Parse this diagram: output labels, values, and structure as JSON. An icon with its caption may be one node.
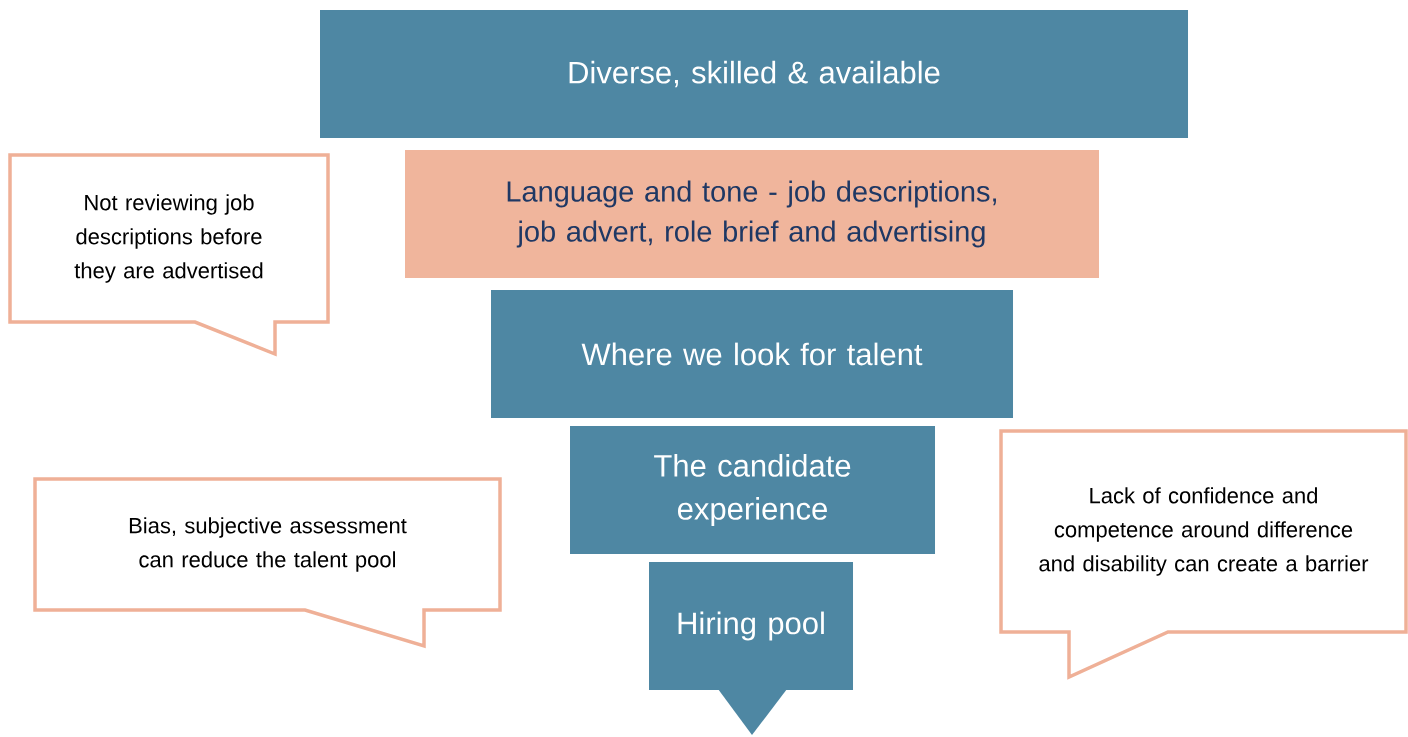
{
  "diagram": {
    "nodes": [
      {
        "text": [
          "Diverse, skilled & available"
        ]
      },
      {
        "text": [
          "Language and tone - job descriptions, job advert, role brief and advertising"
        ]
      },
      {
        "text": [
          "Where we look for talent"
        ]
      },
      {
        "text": [
          "The candidate experience"
        ]
      },
      {
        "text": [
          "Hiring pool"
        ]
      },
      {
        "text": [
          "Not reviewing job descriptions before they are advertised"
        ]
      },
      {
        "text": [
          "Bias, subjective assessment can reduce the talent pool"
        ]
      },
      {
        "text": [
          "Lack of confidence and competence around difference and disability can create a barrier"
        ]
      }
    ],
    "edges": []
  }
}
